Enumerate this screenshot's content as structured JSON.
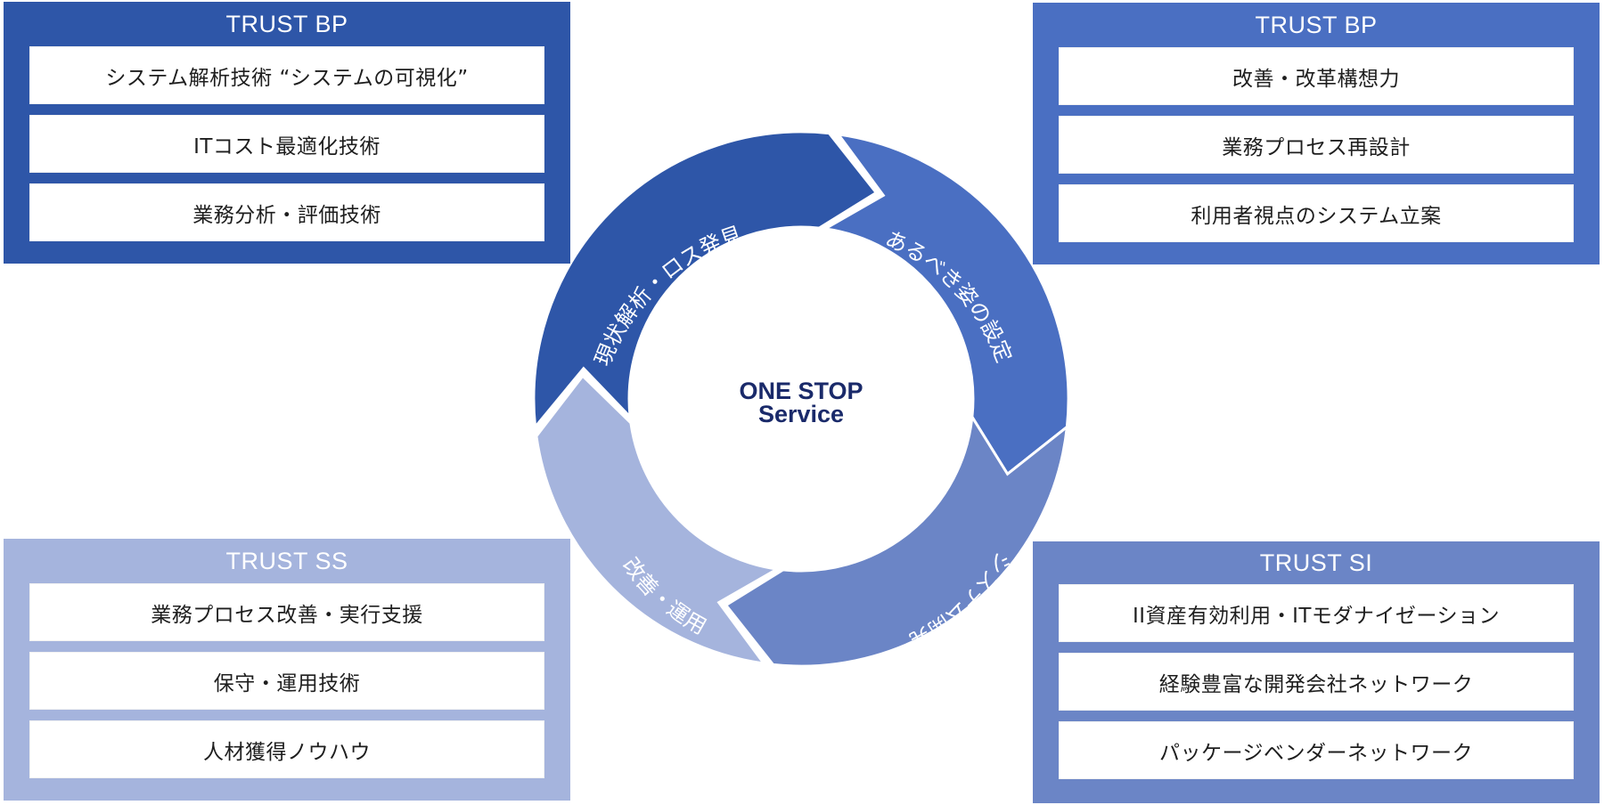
{
  "center": {
    "line1": "ONE STOP",
    "line2": "Service"
  },
  "segments": [
    {
      "label": "現状解析・ロス発見",
      "color": "#2e56a8"
    },
    {
      "label": "あるべき姿の設定",
      "color": "#4a6fc2"
    },
    {
      "label": "システム開発",
      "color": "#6b85c6"
    },
    {
      "label": "改善・運用",
      "color": "#a5b4dd"
    }
  ],
  "panels": {
    "top_left": {
      "title": "TRUST BP",
      "color": "#2e56a8",
      "items": [
        "システム解析技術 “システムの可視化”",
        "ITコスト最適化技術",
        "業務分析・評価技術"
      ]
    },
    "top_right": {
      "title": "TRUST BP",
      "color": "#4a6fc2",
      "items": [
        "改善・改革構想力",
        "業務プロセス再設計",
        "利用者視点のシステム立案"
      ]
    },
    "bottom_left": {
      "title": "TRUST SS",
      "color": "#a5b4dd",
      "items": [
        "業務プロセス改善・実行支援",
        "保守・運用技術",
        "人材獲得ノウハウ"
      ]
    },
    "bottom_right": {
      "title": "TRUST SI",
      "color": "#6b85c6",
      "items": [
        "II資産有効利用・ITモダナイゼーション",
        "経験豊富な開発会社ネットワーク",
        "パッケージベンダーネットワーク"
      ]
    }
  }
}
